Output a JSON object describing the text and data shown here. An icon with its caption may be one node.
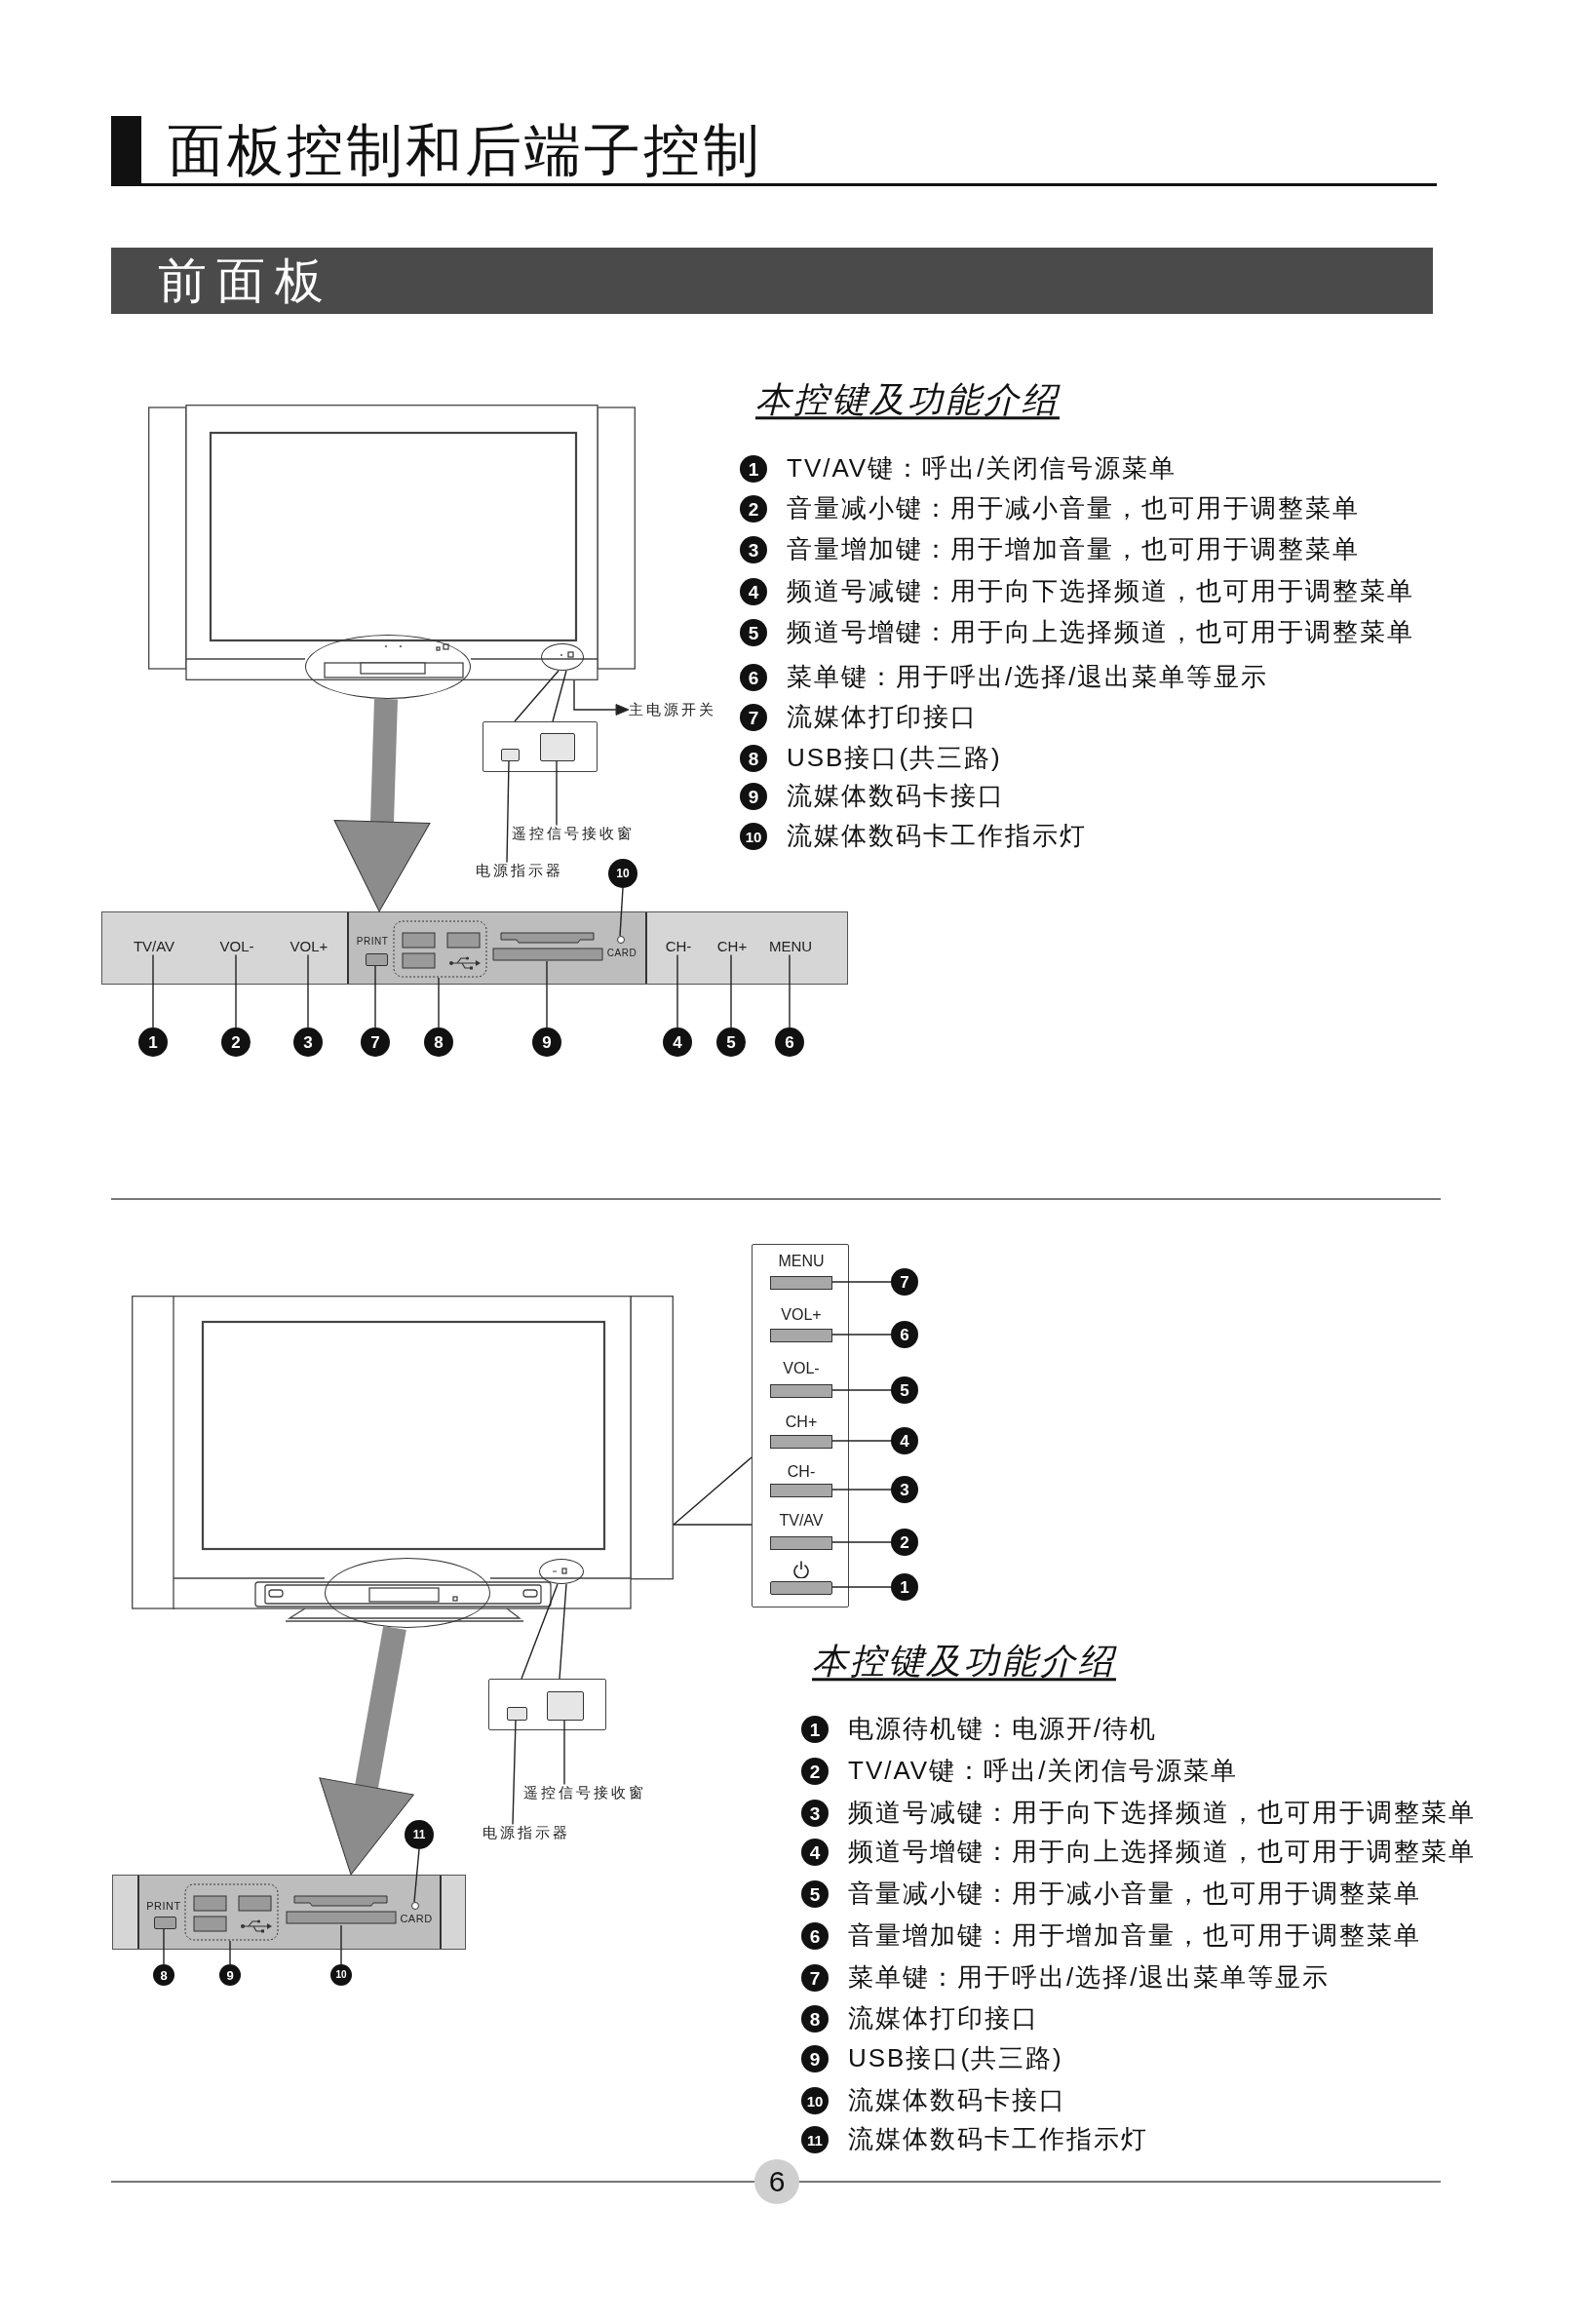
{
  "diagram": {
    "title": "面板控制和后端子控制",
    "nodes": [
      {
        "text": [
          "前面板"
        ]
      },
      {
        "text": [],
        "shape": "picture"
      },
      {
        "text": [],
        "shape": "ellipse"
      },
      {
        "text": [],
        "shape": "ellipse",
        "in": 1
      },
      {
        "text": [
          "主电源开关"
        ]
      },
      {
        "text": [],
        "shape": "box"
      },
      {
        "text": [],
        "shape": "box",
        "in": 5
      },
      {
        "text": [],
        "shape": "box",
        "in": 5
      },
      {
        "text": [
          "遥控信号接收窗"
        ]
      },
      {
        "text": [
          "电源指示器"
        ]
      },
      {
        "text": [
          "10"
        ]
      },
      {
        "text": [],
        "shape": "bar"
      },
      {
        "text": [
          "TV/AV"
        ],
        "in": 11
      },
      {
        "text": [
          "VOL-"
        ],
        "in": 11
      },
      {
        "text": [
          "VOL+"
        ],
        "in": 11
      },
      {
        "text": [],
        "shape": "box",
        "in": 11
      },
      {
        "text": [],
        "shape": "box",
        "in": 11
      },
      {
        "text": [],
        "shape": "box",
        "in": 11
      },
      {
        "text": [],
        "shape": "circle",
        "in": 11
      },
      {
        "text": [
          "CH-"
        ],
        "in": 11
      },
      {
        "text": [
          "CH+"
        ],
        "in": 11
      },
      {
        "text": [
          "MENU"
        ],
        "in": 11
      },
      {
        "text": [
          "1"
        ]
      },
      {
        "text": [
          "2"
        ]
      },
      {
        "text": [
          "3"
        ]
      },
      {
        "text": [
          "7"
        ]
      },
      {
        "text": [
          "8"
        ]
      },
      {
        "text": [
          "9"
        ]
      },
      {
        "text": [
          "4"
        ]
      },
      {
        "text": [
          "5"
        ]
      },
      {
        "text": [
          "6"
        ]
      },
      {
        "text": [
          "1"
        ],
        "beside": [
          "TV/AV键：呼出/关闭信号源菜单"
        ]
      },
      {
        "text": [
          "2"
        ],
        "beside": [
          "音量减小键：用于减小音量，也可用于调整菜单"
        ]
      },
      {
        "text": [
          "3"
        ],
        "beside": [
          "音量增加键：用于增加音量，也可用于调整菜单"
        ]
      },
      {
        "text": [
          "4"
        ],
        "beside": [
          "频道号减键：用于向下选择频道，也可用于调整菜单"
        ]
      },
      {
        "text": [
          "5"
        ],
        "beside": [
          "频道号增键：用于向上选择频道，也可用于调整菜单"
        ]
      },
      {
        "text": [
          "6"
        ],
        "beside": [
          "菜单键：用于呼出/选择/退出菜单等显示"
        ]
      },
      {
        "text": [
          "7"
        ],
        "beside": [
          "流媒体打印接口"
        ]
      },
      {
        "text": [
          "8"
        ],
        "beside": [
          "USB接口(共三路)"
        ]
      },
      {
        "text": [
          "9"
        ],
        "beside": [
          "流媒体数码卡接口"
        ]
      },
      {
        "text": [
          "10"
        ],
        "beside": [
          "流媒体数码卡工作指示灯"
        ]
      },
      {
        "text": [],
        "shape": "box"
      },
      {
        "text": [
          "MENU"
        ],
        "in": 41
      },
      {
        "text": [
          "VOL+"
        ],
        "in": 41
      },
      {
        "text": [
          "VOL-"
        ],
        "in": 41
      },
      {
        "text": [
          "CH+"
        ],
        "in": 41
      },
      {
        "text": [
          "CH-"
        ],
        "in": 41
      },
      {
        "text": [
          "TV/AV"
        ],
        "in": 41
      },
      {
        "text": [],
        "shape": "box",
        "in": 41
      },
      {
        "text": [
          "7"
        ]
      },
      {
        "text": [
          "6"
        ]
      },
      {
        "text": [
          "5"
        ]
      },
      {
        "text": [
          "4"
        ]
      },
      {
        "text": [
          "3"
        ]
      },
      {
        "text": [
          "2"
        ]
      },
      {
        "text": [
          "1"
        ]
      },
      {
        "text": [],
        "shape": "picture"
      },
      {
        "text": [],
        "shape": "ellipse"
      },
      {
        "text": [],
        "shape": "ellipse",
        "in": 56
      },
      {
        "text": [],
        "shape": "box"
      },
      {
        "text": [],
        "shape": "box",
        "in": 59
      },
      {
        "text": [],
        "shape": "box",
        "in": 59
      },
      {
        "text": [
          "遥控信号接收窗"
        ]
      },
      {
        "text": [
          "电源指示器"
        ]
      },
      {
        "text": [
          "11"
        ]
      },
      {
        "text": [],
        "shape": "bar"
      },
      {
        "text": [],
        "shape": "box",
        "in": 65
      },
      {
        "text": [],
        "shape": "box",
        "in": 65
      },
      {
        "text": [],
        "shape": "box",
        "in": 65
      },
      {
        "text": [],
        "shape": "circle",
        "in": 65
      },
      {
        "text": [
          "8"
        ]
      },
      {
        "text": [
          "9"
        ]
      },
      {
        "text": [
          "10"
        ]
      },
      {
        "text": [
          "1"
        ],
        "beside": [
          "电源待机键：电源开/待机"
        ]
      },
      {
        "text": [
          "2"
        ],
        "beside": [
          "TV/AV键：呼出/关闭信号源菜单"
        ]
      },
      {
        "text": [
          "3"
        ],
        "beside": [
          "频道号减键：用于向下选择频道，也可用于调整菜单"
        ]
      },
      {
        "text": [
          "4"
        ],
        "beside": [
          "频道号增键：用于向上选择频道，也可用于调整菜单"
        ]
      },
      {
        "text": [
          "5"
        ],
        "beside": [
          "音量减小键：用于减小音量，也可用于调整菜单"
        ]
      },
      {
        "text": [
          "6"
        ],
        "beside": [
          "音量增加键：用于增加音量，也可用于调整菜单"
        ]
      },
      {
        "text": [
          "7"
        ],
        "beside": [
          "菜单键：用于呼出/选择/退出菜单等显示"
        ]
      },
      {
        "text": [
          "8"
        ],
        "beside": [
          "流媒体打印接口"
        ]
      },
      {
        "text": [
          "9"
        ],
        "beside": [
          "USB接口(共三路)"
        ]
      },
      {
        "text": [
          "10"
        ],
        "beside": [
          "流媒体数码卡接口"
        ]
      },
      {
        "text": [
          "11"
        ],
        "beside": [
          "流媒体数码卡工作指示灯"
        ]
      },
      {
        "text": [
          "6"
        ]
      }
    ],
    "edges": [
      {
        "from": 2,
        "to": 11,
        "arrow": "to",
        "style": "thick",
        "color": "#8c8c8c"
      },
      {
        "from": 3,
        "to": 5,
        "arrow": "none"
      },
      {
        "from": 1,
        "to": 4,
        "arrow": "to"
      },
      {
        "from": 8,
        "to": 7,
        "arrow": "none"
      },
      {
        "from": 9,
        "to": 6,
        "arrow": "none"
      },
      {
        "from": 10,
        "to": 18,
        "arrow": "none"
      },
      {
        "from": 22,
        "to": 12,
        "arrow": "none"
      },
      {
        "from": 23,
        "to": 13,
        "arrow": "none"
      },
      {
        "from": 24,
        "to": 14,
        "arrow": "none"
      },
      {
        "from": 25,
        "to": 15,
        "arrow": "none"
      },
      {
        "from": 26,
        "to": 16,
        "arrow": "none"
      },
      {
        "from": 27,
        "to": 17,
        "arrow": "none"
      },
      {
        "from": 28,
        "to": 19,
        "arrow": "none"
      },
      {
        "from": 29,
        "to": 20,
        "arrow": "none"
      },
      {
        "from": 30,
        "to": 21,
        "arrow": "none"
      },
      {
        "from": 56,
        "to": 41,
        "arrow": "none"
      },
      {
        "from": 49,
        "to": 42,
        "arrow": "none"
      },
      {
        "from": 50,
        "to": 43,
        "arrow": "none"
      },
      {
        "from": 51,
        "to": 44,
        "arrow": "none"
      },
      {
        "from": 52,
        "to": 45,
        "arrow": "none"
      },
      {
        "from": 53,
        "to": 46,
        "arrow": "none"
      },
      {
        "from": 54,
        "to": 47,
        "arrow": "none"
      },
      {
        "from": 55,
        "to": 48,
        "arrow": "none"
      },
      {
        "from": 58,
        "to": 59,
        "arrow": "none"
      },
      {
        "from": 62,
        "to": 61,
        "arrow": "none"
      },
      {
        "from": 63,
        "to": 60,
        "arrow": "none"
      },
      {
        "from": 57,
        "to": 65,
        "arrow": "to",
        "style": "thick",
        "color": "#8c8c8c"
      },
      {
        "from": 64,
        "to": 69,
        "arrow": "none"
      },
      {
        "from": 70,
        "to": 66,
        "arrow": "none"
      },
      {
        "from": 71,
        "to": 67,
        "arrow": "none"
      },
      {
        "from": 72,
        "to": 68,
        "arrow": "none"
      }
    ],
    "labels": [
      "本控键及功能介绍",
      "PRINT",
      "CARD",
      "本控键及功能介绍",
      "PRINT",
      "CARD"
    ]
  }
}
